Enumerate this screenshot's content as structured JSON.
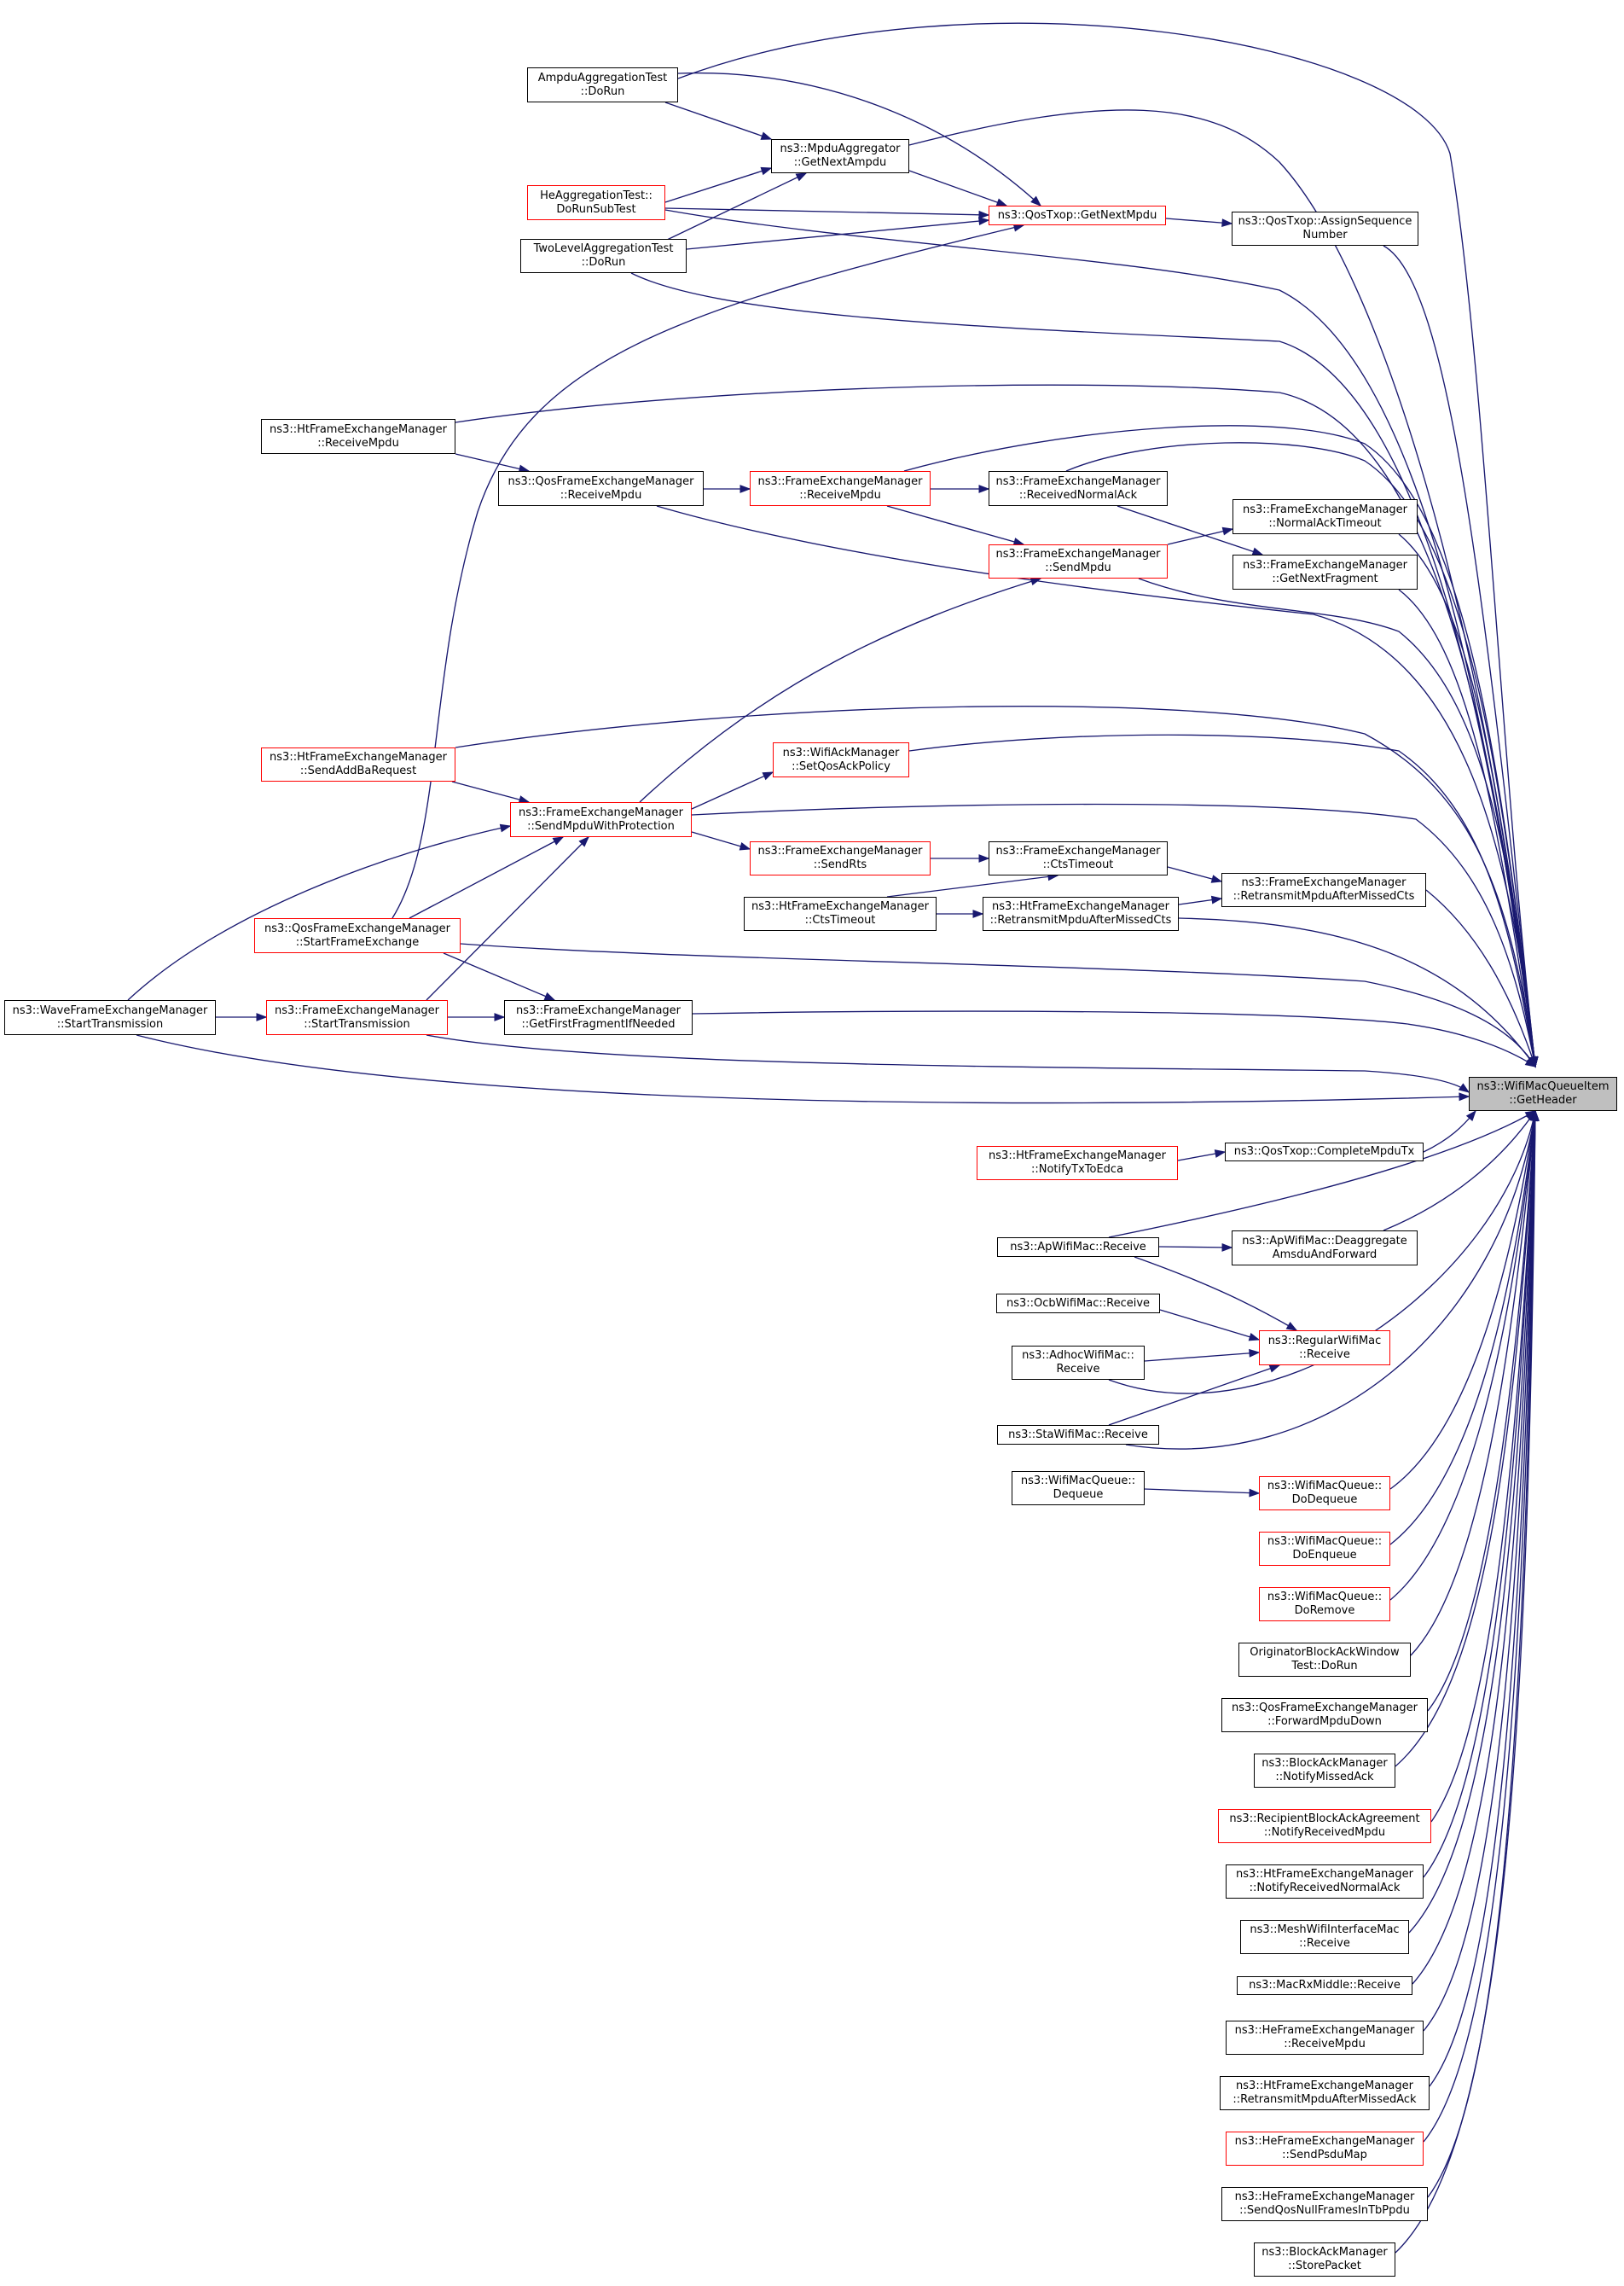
{
  "graph": {
    "kind": "caller-graph",
    "focus_node": "n0",
    "colors": {
      "edge": "#191970",
      "border_default": "#000000",
      "border_truncated": "#ff0000",
      "focus_fill": "#bfbfbf"
    },
    "nodes": [
      {
        "id": "n0",
        "lines": [
          "ns3::WifiMacQueueItem",
          "::GetHeader"
        ],
        "border": "black",
        "focus": true
      },
      {
        "id": "n1",
        "lines": [
          "AmpduAggregationTest",
          "::DoRun"
        ],
        "border": "black"
      },
      {
        "id": "n2",
        "lines": [
          "ns3::MpduAggregator",
          "::GetNextAmpdu"
        ],
        "border": "black"
      },
      {
        "id": "n3",
        "lines": [
          "HeAggregationTest::",
          "DoRunSubTest"
        ],
        "border": "red"
      },
      {
        "id": "n4",
        "lines": [
          "ns3::QosTxop::GetNextMpdu"
        ],
        "border": "red"
      },
      {
        "id": "n5",
        "lines": [
          "ns3::QosTxop::AssignSequence",
          "Number"
        ],
        "border": "black"
      },
      {
        "id": "n6",
        "lines": [
          "TwoLevelAggregationTest",
          "::DoRun"
        ],
        "border": "black"
      },
      {
        "id": "n7",
        "lines": [
          "ns3::HtFrameExchangeManager",
          "::ReceiveMpdu"
        ],
        "border": "black"
      },
      {
        "id": "n8",
        "lines": [
          "ns3::QosFrameExchangeManager",
          "::ReceiveMpdu"
        ],
        "border": "black"
      },
      {
        "id": "n9",
        "lines": [
          "ns3::FrameExchangeManager",
          "::ReceiveMpdu"
        ],
        "border": "red"
      },
      {
        "id": "n10",
        "lines": [
          "ns3::FrameExchangeManager",
          "::ReceivedNormalAck"
        ],
        "border": "black"
      },
      {
        "id": "n11",
        "lines": [
          "ns3::FrameExchangeManager",
          "::NormalAckTimeout"
        ],
        "border": "black"
      },
      {
        "id": "n12",
        "lines": [
          "ns3::FrameExchangeManager",
          "::SendMpdu"
        ],
        "border": "red"
      },
      {
        "id": "n13",
        "lines": [
          "ns3::FrameExchangeManager",
          "::GetNextFragment"
        ],
        "border": "black"
      },
      {
        "id": "n14",
        "lines": [
          "ns3::HtFrameExchangeManager",
          "::SendAddBaRequest"
        ],
        "border": "red"
      },
      {
        "id": "n15",
        "lines": [
          "ns3::WifiAckManager",
          "::SetQosAckPolicy"
        ],
        "border": "red"
      },
      {
        "id": "n16",
        "lines": [
          "ns3::FrameExchangeManager",
          "::SendMpduWithProtection"
        ],
        "border": "red"
      },
      {
        "id": "n17",
        "lines": [
          "ns3::FrameExchangeManager",
          "::SendRts"
        ],
        "border": "red"
      },
      {
        "id": "n18",
        "lines": [
          "ns3::FrameExchangeManager",
          "::CtsTimeout"
        ],
        "border": "black"
      },
      {
        "id": "n19",
        "lines": [
          "ns3::FrameExchangeManager",
          "::RetransmitMpduAfterMissedCts"
        ],
        "border": "black"
      },
      {
        "id": "n20",
        "lines": [
          "ns3::HtFrameExchangeManager",
          "::CtsTimeout"
        ],
        "border": "black"
      },
      {
        "id": "n21",
        "lines": [
          "ns3::HtFrameExchangeManager",
          "::RetransmitMpduAfterMissedCts"
        ],
        "border": "black"
      },
      {
        "id": "n22",
        "lines": [
          "ns3::QosFrameExchangeManager",
          "::StartFrameExchange"
        ],
        "border": "red"
      },
      {
        "id": "n23",
        "lines": [
          "ns3::WaveFrameExchangeManager",
          "::StartTransmission"
        ],
        "border": "black"
      },
      {
        "id": "n24",
        "lines": [
          "ns3::FrameExchangeManager",
          "::StartTransmission"
        ],
        "border": "red"
      },
      {
        "id": "n25",
        "lines": [
          "ns3::FrameExchangeManager",
          "::GetFirstFragmentIfNeeded"
        ],
        "border": "black"
      },
      {
        "id": "n26",
        "lines": [
          "ns3::HtFrameExchangeManager",
          "::NotifyTxToEdca"
        ],
        "border": "red"
      },
      {
        "id": "n27",
        "lines": [
          "ns3::QosTxop::CompleteMpduTx"
        ],
        "border": "black"
      },
      {
        "id": "n28",
        "lines": [
          "ns3::ApWifiMac::Receive"
        ],
        "border": "black"
      },
      {
        "id": "n29",
        "lines": [
          "ns3::ApWifiMac::Deaggregate",
          "AmsduAndForward"
        ],
        "border": "black"
      },
      {
        "id": "n30",
        "lines": [
          "ns3::OcbWifiMac::Receive"
        ],
        "border": "black"
      },
      {
        "id": "n31",
        "lines": [
          "ns3::RegularWifiMac",
          "::Receive"
        ],
        "border": "red"
      },
      {
        "id": "n32",
        "lines": [
          "ns3::AdhocWifiMac::",
          "Receive"
        ],
        "border": "black"
      },
      {
        "id": "n33",
        "lines": [
          "ns3::StaWifiMac::Receive"
        ],
        "border": "black"
      },
      {
        "id": "n34",
        "lines": [
          "ns3::WifiMacQueue::",
          "Dequeue"
        ],
        "border": "black"
      },
      {
        "id": "n35",
        "lines": [
          "ns3::WifiMacQueue::",
          "DoDequeue"
        ],
        "border": "red"
      },
      {
        "id": "n36",
        "lines": [
          "ns3::WifiMacQueue::",
          "DoEnqueue"
        ],
        "border": "red"
      },
      {
        "id": "n37",
        "lines": [
          "ns3::WifiMacQueue::",
          "DoRemove"
        ],
        "border": "red"
      },
      {
        "id": "n38",
        "lines": [
          "OriginatorBlockAckWindow",
          "Test::DoRun"
        ],
        "border": "black"
      },
      {
        "id": "n39",
        "lines": [
          "ns3::QosFrameExchangeManager",
          "::ForwardMpduDown"
        ],
        "border": "black"
      },
      {
        "id": "n40",
        "lines": [
          "ns3::BlockAckManager",
          "::NotifyMissedAck"
        ],
        "border": "black"
      },
      {
        "id": "n41",
        "lines": [
          "ns3::RecipientBlockAckAgreement",
          "::NotifyReceivedMpdu"
        ],
        "border": "red"
      },
      {
        "id": "n42",
        "lines": [
          "ns3::HtFrameExchangeManager",
          "::NotifyReceivedNormalAck"
        ],
        "border": "black"
      },
      {
        "id": "n43",
        "lines": [
          "ns3::MeshWifiInterfaceMac",
          "::Receive"
        ],
        "border": "black"
      },
      {
        "id": "n44",
        "lines": [
          "ns3::MacRxMiddle::Receive"
        ],
        "border": "black"
      },
      {
        "id": "n45",
        "lines": [
          "ns3::HeFrameExchangeManager",
          "::ReceiveMpdu"
        ],
        "border": "black"
      },
      {
        "id": "n46",
        "lines": [
          "ns3::HtFrameExchangeManager",
          "::RetransmitMpduAfterMissedAck"
        ],
        "border": "black"
      },
      {
        "id": "n47",
        "lines": [
          "ns3::HeFrameExchangeManager",
          "::SendPsduMap"
        ],
        "border": "red"
      },
      {
        "id": "n48",
        "lines": [
          "ns3::HeFrameExchangeManager",
          "::SendQosNullFramesInTbPpdu"
        ],
        "border": "black"
      },
      {
        "id": "n49",
        "lines": [
          "ns3::BlockAckManager",
          "::StorePacket"
        ],
        "border": "black"
      }
    ],
    "edges": [
      {
        "from": "n1",
        "to": "n0"
      },
      {
        "from": "n2",
        "to": "n0"
      },
      {
        "from": "n3",
        "to": "n0"
      },
      {
        "from": "n5",
        "to": "n0"
      },
      {
        "from": "n6",
        "to": "n0"
      },
      {
        "from": "n7",
        "to": "n0"
      },
      {
        "from": "n9",
        "to": "n0"
      },
      {
        "from": "n10",
        "to": "n0"
      },
      {
        "from": "n11",
        "to": "n0"
      },
      {
        "from": "n8",
        "to": "n0"
      },
      {
        "from": "n12",
        "to": "n0"
      },
      {
        "from": "n13",
        "to": "n0"
      },
      {
        "from": "n14",
        "to": "n0"
      },
      {
        "from": "n15",
        "to": "n0"
      },
      {
        "from": "n16",
        "to": "n0"
      },
      {
        "from": "n19",
        "to": "n0"
      },
      {
        "from": "n21",
        "to": "n0"
      },
      {
        "from": "n22",
        "to": "n0"
      },
      {
        "from": "n25",
        "to": "n0"
      },
      {
        "from": "n24",
        "to": "n0"
      },
      {
        "from": "n23",
        "to": "n0"
      },
      {
        "from": "n27",
        "to": "n0"
      },
      {
        "from": "n28",
        "to": "n0"
      },
      {
        "from": "n29",
        "to": "n0"
      },
      {
        "from": "n31",
        "to": "n0"
      },
      {
        "from": "n33",
        "to": "n0"
      },
      {
        "from": "n35",
        "to": "n0"
      },
      {
        "from": "n36",
        "to": "n0"
      },
      {
        "from": "n37",
        "to": "n0"
      },
      {
        "from": "n38",
        "to": "n0"
      },
      {
        "from": "n39",
        "to": "n0"
      },
      {
        "from": "n40",
        "to": "n0"
      },
      {
        "from": "n41",
        "to": "n0"
      },
      {
        "from": "n42",
        "to": "n0"
      },
      {
        "from": "n43",
        "to": "n0"
      },
      {
        "from": "n44",
        "to": "n0"
      },
      {
        "from": "n45",
        "to": "n0"
      },
      {
        "from": "n46",
        "to": "n0"
      },
      {
        "from": "n47",
        "to": "n0"
      },
      {
        "from": "n48",
        "to": "n0"
      },
      {
        "from": "n49",
        "to": "n0"
      },
      {
        "from": "n1",
        "to": "n2"
      },
      {
        "from": "n3",
        "to": "n2"
      },
      {
        "from": "n6",
        "to": "n2"
      },
      {
        "from": "n1",
        "to": "n4"
      },
      {
        "from": "n2",
        "to": "n4"
      },
      {
        "from": "n3",
        "to": "n4"
      },
      {
        "from": "n6",
        "to": "n4"
      },
      {
        "from": "n22",
        "to": "n4"
      },
      {
        "from": "n4",
        "to": "n5"
      },
      {
        "from": "n7",
        "to": "n8"
      },
      {
        "from": "n8",
        "to": "n9"
      },
      {
        "from": "n9",
        "to": "n10"
      },
      {
        "from": "n12",
        "to": "n11"
      },
      {
        "from": "n9",
        "to": "n12"
      },
      {
        "from": "n10",
        "to": "n13"
      },
      {
        "from": "n16",
        "to": "n12"
      },
      {
        "from": "n14",
        "to": "n16"
      },
      {
        "from": "n16",
        "to": "n15"
      },
      {
        "from": "n16",
        "to": "n17"
      },
      {
        "from": "n17",
        "to": "n18"
      },
      {
        "from": "n18",
        "to": "n19"
      },
      {
        "from": "n20",
        "to": "n21"
      },
      {
        "from": "n21",
        "to": "n19"
      },
      {
        "from": "n20",
        "to": "n18"
      },
      {
        "from": "n22",
        "to": "n16"
      },
      {
        "from": "n24",
        "to": "n16"
      },
      {
        "from": "n23",
        "to": "n16"
      },
      {
        "from": "n22",
        "to": "n25"
      },
      {
        "from": "n24",
        "to": "n25"
      },
      {
        "from": "n23",
        "to": "n24"
      },
      {
        "from": "n26",
        "to": "n27"
      },
      {
        "from": "n28",
        "to": "n29"
      },
      {
        "from": "n28",
        "to": "n31"
      },
      {
        "from": "n30",
        "to": "n31"
      },
      {
        "from": "n32",
        "to": "n31"
      },
      {
        "from": "n33",
        "to": "n31"
      },
      {
        "from": "n34",
        "to": "n35"
      }
    ]
  }
}
